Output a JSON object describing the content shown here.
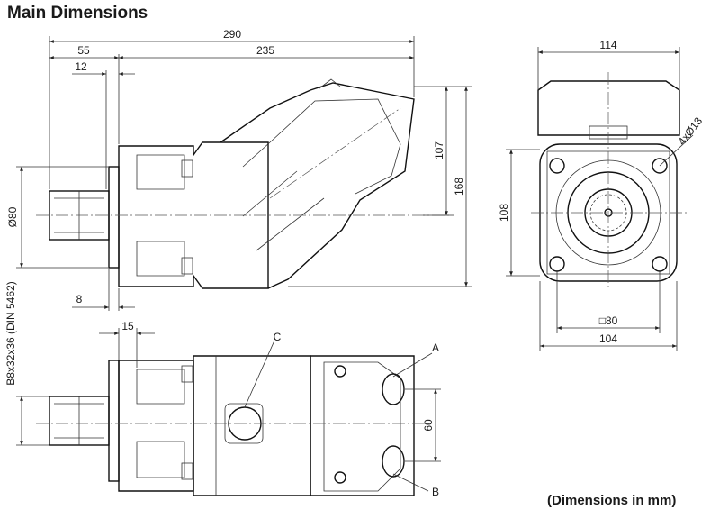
{
  "title": "Main Dimensions",
  "footer_note": "(Dimensions in mm)",
  "dimensions": {
    "overall_length": "290",
    "flange_to_rear": "235",
    "shaft_to_flange": "55",
    "shaft_collar": "12",
    "flange_thickness": "8",
    "pilot_diameter": "Ø80",
    "housing_height": "107",
    "overall_height": "168",
    "top_width": "114",
    "hole_pattern": "4xØ13",
    "flange_height": "108",
    "bolt_square": "□80",
    "flange_width": "104",
    "collar_offset": "15",
    "shaft_spec": "B8x32x36 (DIN 5462)",
    "port_spacing": "60"
  },
  "port_labels": {
    "a": "A",
    "b": "B",
    "c": "C"
  }
}
